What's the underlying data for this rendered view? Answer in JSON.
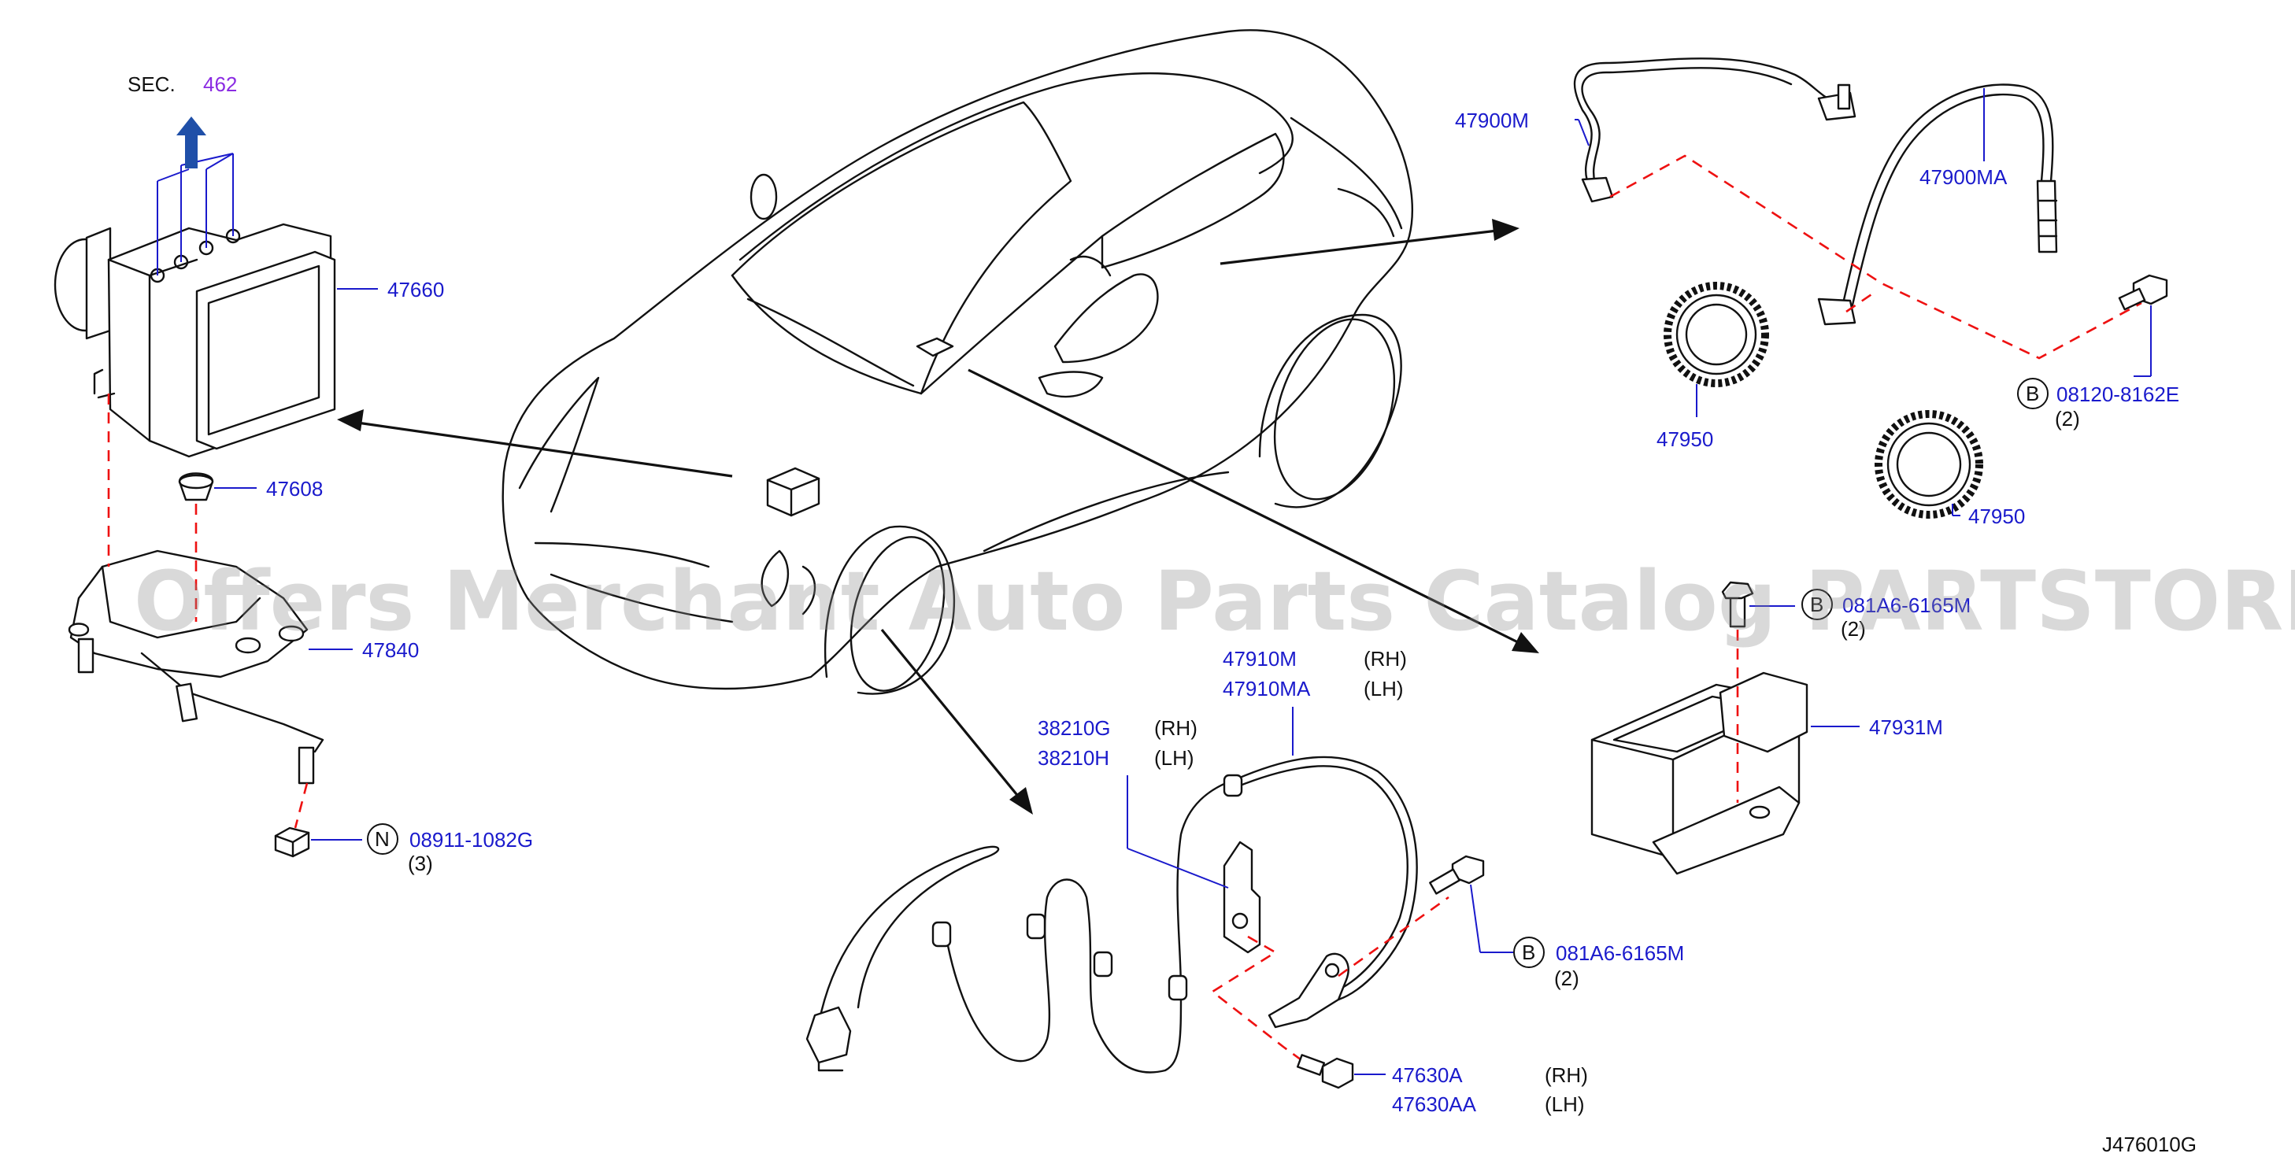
{
  "labels": {
    "sec_prefix": "SEC.",
    "sec_number": "462",
    "p47660": "47660",
    "p47608": "47608",
    "p47840": "47840",
    "p08911": "08911-1082G",
    "q3": "(3)",
    "p47900m": "47900M",
    "p47900ma": "47900MA",
    "p08120": "08120-8162E",
    "q2a": "(2)",
    "p47950a": "47950",
    "p47950b": "47950",
    "p081a6_top": "081A6-6165M",
    "q2b": "(2)",
    "p47931m": "47931M",
    "p47910m": "47910M",
    "p47910ma": "47910MA",
    "rh1": "(RH)",
    "lh1": "(LH)",
    "p38210g": "38210G",
    "p38210h": "38210H",
    "rh2": "(RH)",
    "lh2": "(LH)",
    "p081a6_bot": "081A6-6165M",
    "q2c": "(2)",
    "p47630a": "47630A",
    "p47630aa": "47630AA",
    "rh3": "(RH)",
    "lh3": "(LH)",
    "code": "J476010G"
  },
  "symbols": {
    "n1": "N",
    "b1": "B",
    "b2": "B",
    "b3": "B"
  },
  "watermark": "Offers Merchant Auto Parts Catalog PARTSTORE.SA",
  "colors": {
    "label": "#1a1acc",
    "section": "#8a2be2",
    "dash": "#ee1111",
    "arrow_up": "#1f4fa8",
    "line": "#111111"
  }
}
